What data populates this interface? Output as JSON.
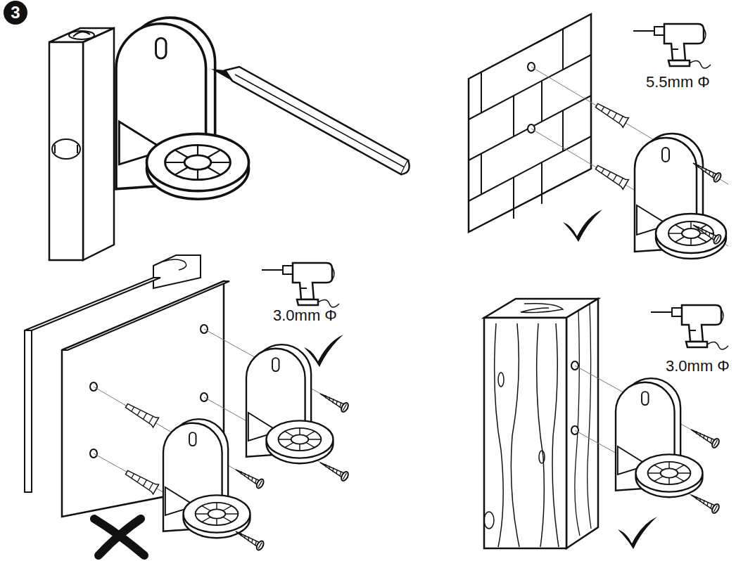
{
  "diagram": {
    "nodes": [
      {
        "text": [
          "3"
        ]
      }
    ],
    "labels": [
      "5.5mm Φ",
      "3.0mm Φ",
      "3.0mm Φ"
    ]
  }
}
